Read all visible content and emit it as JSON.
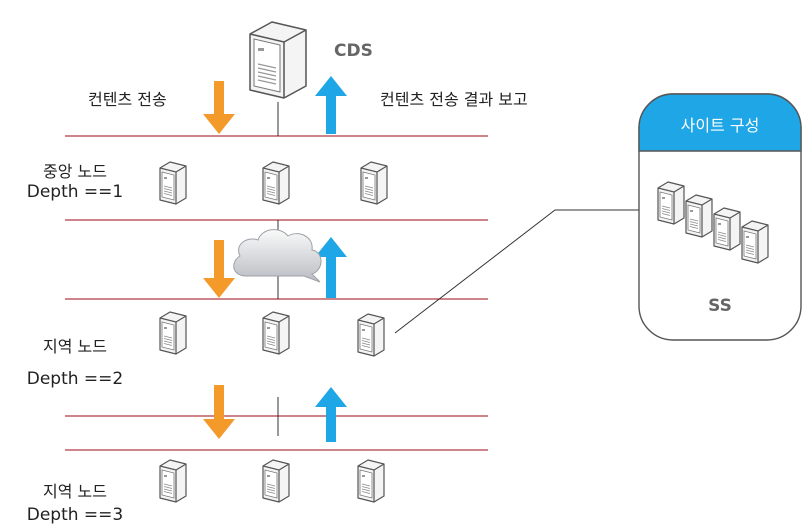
{
  "top": {
    "cds_label": "CDS",
    "content_transfer_label": "컨텐츠 전송",
    "result_report_label": "컨텐츠 전송 결과 보고"
  },
  "tiers": [
    {
      "name": "중앙 노드",
      "depth": "Depth ==1"
    },
    {
      "name": "지역 노드",
      "depth": "Depth ==2"
    },
    {
      "name": "지역 노드",
      "depth": "Depth ==3"
    }
  ],
  "site": {
    "title": "사이트 구성",
    "label": "SS"
  },
  "icons": {
    "main_server": "server-tower-icon",
    "node_server": "server-icon",
    "cloud": "cloud-icon",
    "down_arrow": "orange-down-arrow-icon",
    "up_arrow": "blue-up-arrow-icon"
  },
  "colors": {
    "down_arrow": "#f39a2b",
    "up_arrow": "#1ea6e6",
    "tier_line": "#b03a44",
    "site_header": "#1ea6e6",
    "site_border": "#555555",
    "connector": "#333333"
  }
}
